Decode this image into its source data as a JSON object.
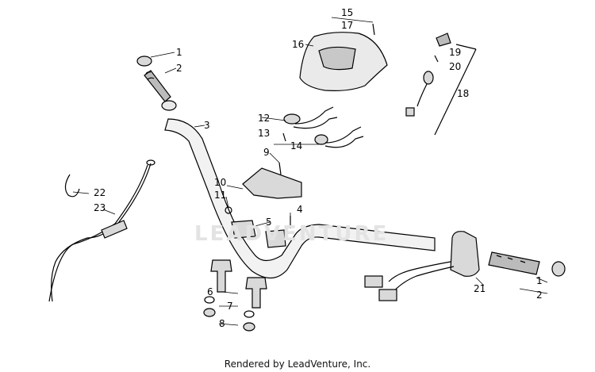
{
  "watermark": "LEADVENTURE",
  "footer": "Rendered by LeadVenture, Inc.",
  "callouts": [
    "1",
    "2",
    "3",
    "4",
    "5",
    "6",
    "7",
    "8",
    "9",
    "10",
    "11",
    "12",
    "13",
    "14",
    "15",
    "16",
    "17",
    "18",
    "19",
    "20",
    "21",
    "22",
    "23",
    "1",
    "2"
  ],
  "colors": {
    "line": "#000000",
    "part_fill": "#d9d9d9",
    "hatch": "#8a8a8a",
    "watermark": "#e3e3e3"
  }
}
